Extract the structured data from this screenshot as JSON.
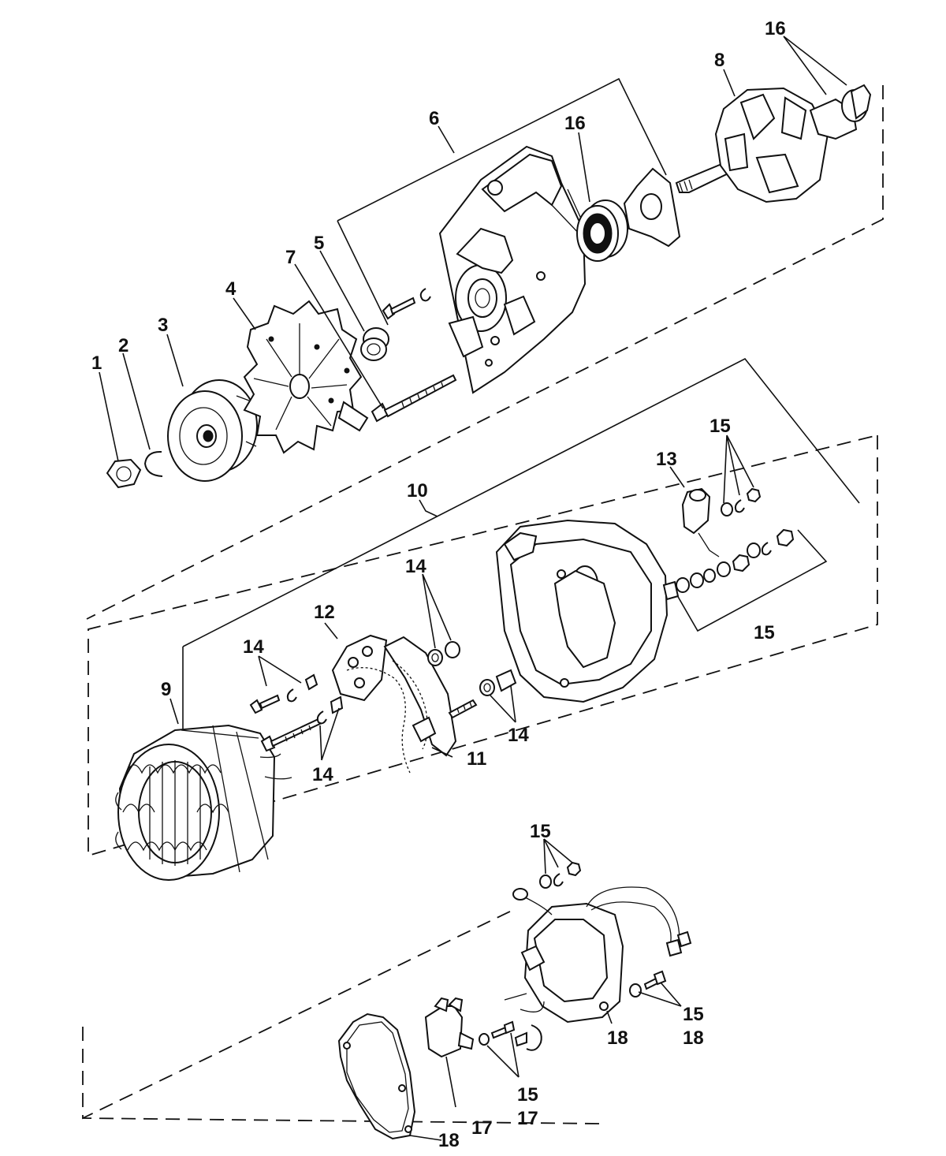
{
  "labels": {
    "p1": "1",
    "p2": "2",
    "p3": "3",
    "p4": "4",
    "p5": "5",
    "p6": "6",
    "p7": "7",
    "p8": "8",
    "p9": "9",
    "p10": "10",
    "p11": "11",
    "p12": "12",
    "p13": "13",
    "p14a": "14",
    "p14b": "14",
    "p14c": "14",
    "p14d": "14",
    "p15a": "15",
    "p15b": "15",
    "p15c": "15",
    "p15d": "15",
    "p15e": "15",
    "p16a": "16",
    "p16b": "16",
    "p17a": "17",
    "p17b": "17",
    "p18a": "18",
    "p18b": "18",
    "p18c": "18"
  }
}
